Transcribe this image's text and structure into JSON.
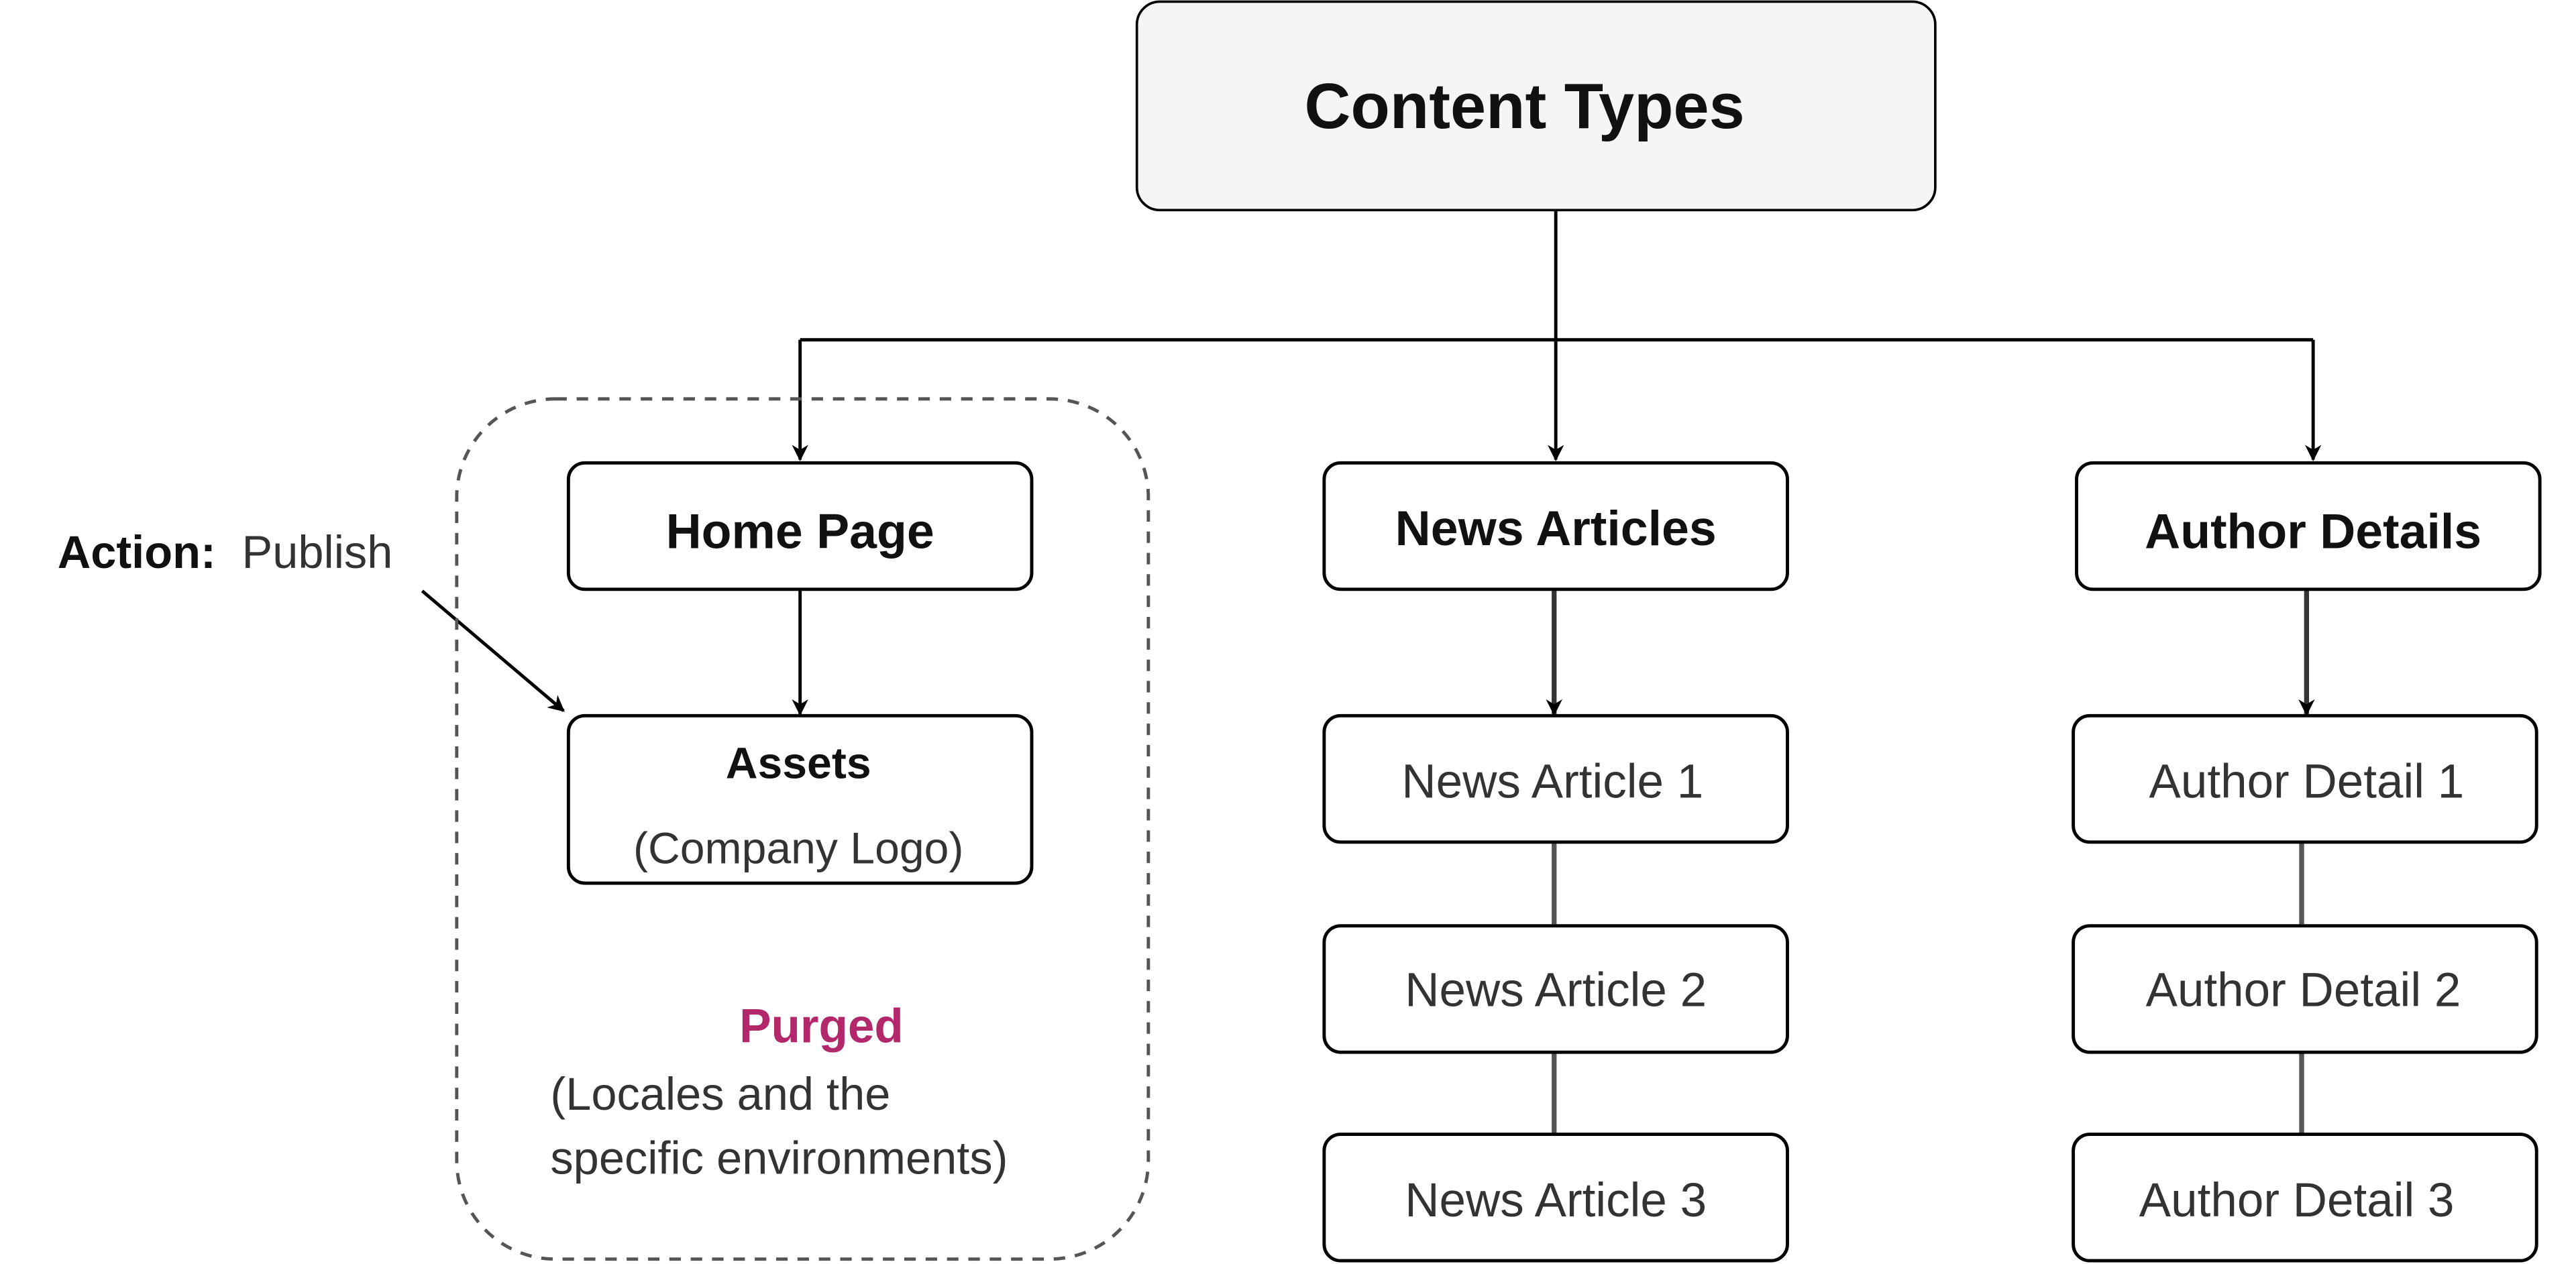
{
  "root": {
    "label": "Content Types"
  },
  "home_page": {
    "label": "Home Page"
  },
  "assets": {
    "title": "Assets",
    "subtitle": "(Company Logo)"
  },
  "news_articles": {
    "label": "News Articles",
    "items": [
      "News Article 1",
      "News Article 2",
      "News Article 3"
    ]
  },
  "author_details": {
    "label": "Author Details",
    "items": [
      "Author Detail 1",
      "Author Detail 2",
      "Author Detail 3"
    ]
  },
  "action": {
    "label": "Action:",
    "value": "Publish"
  },
  "purged": {
    "title": "Purged",
    "lines": [
      "(Locales and the",
      "specific environments)"
    ]
  },
  "colors": {
    "root_fill": "#f5f5f5",
    "purged_text": "#b3276b",
    "stroke": "#000000",
    "dashed_border": "#555555"
  }
}
